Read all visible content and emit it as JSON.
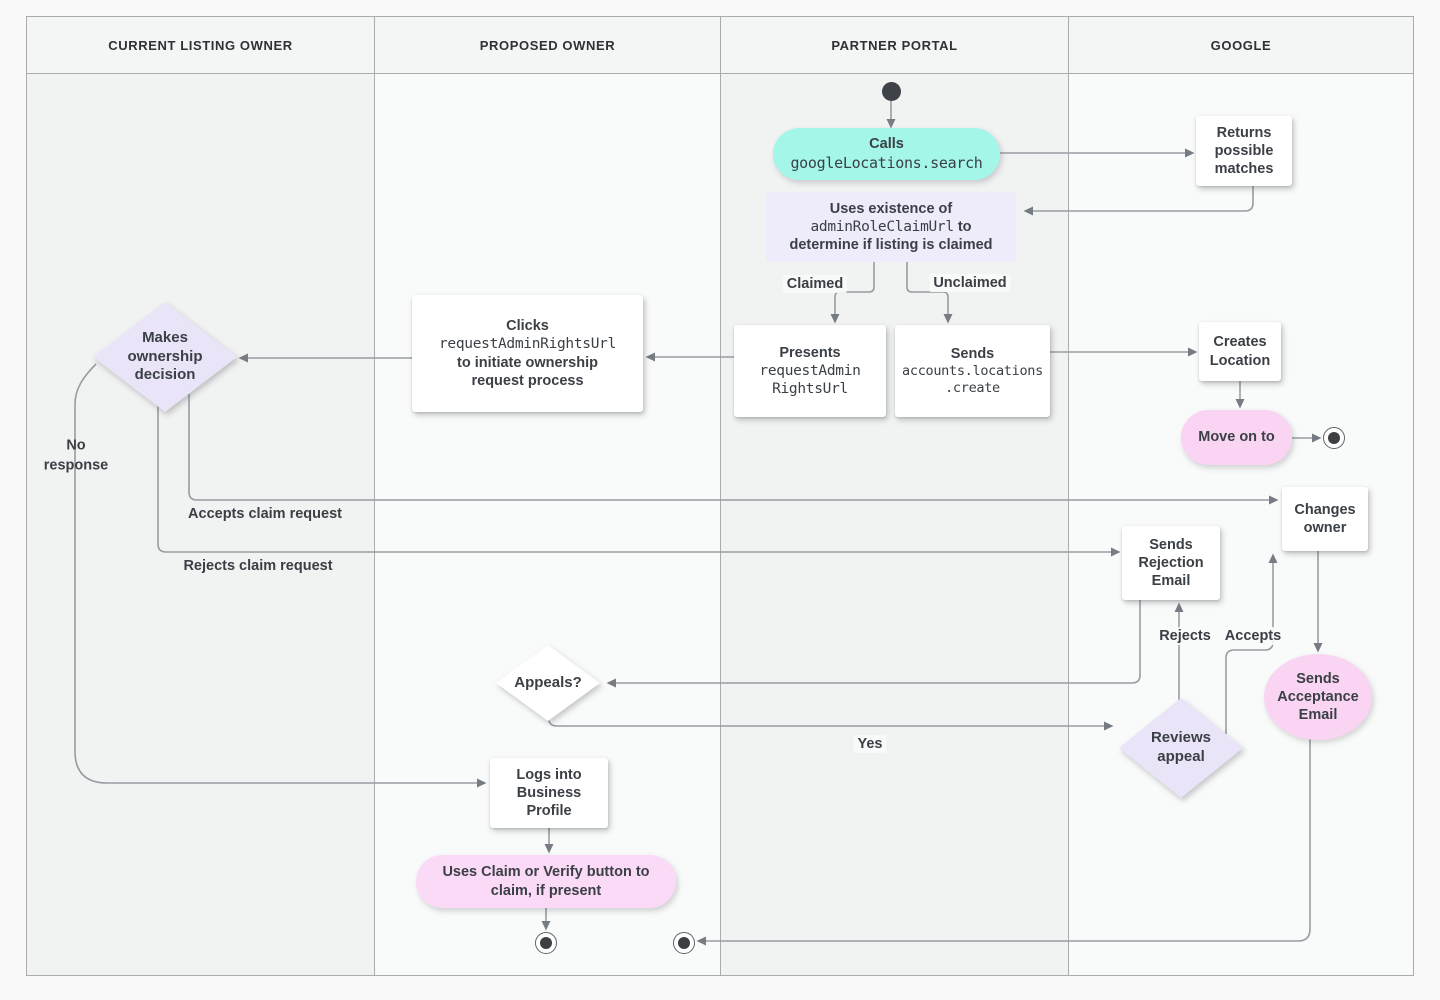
{
  "lanes": [
    {
      "title": "CURRENT LISTING OWNER"
    },
    {
      "title": "PROPOSED OWNER"
    },
    {
      "title": "PARTNER PORTAL"
    },
    {
      "title": "GOOGLE"
    }
  ],
  "nodes": {
    "calls": {
      "label": "Calls",
      "code": "googleLocations.search"
    },
    "returns": {
      "label": "Returns possible matches"
    },
    "claim_check": {
      "line1": "Uses existence of",
      "code": "adminRoleClaimUrl",
      "line2_suffix": " to",
      "line3": "determine if listing is claimed"
    },
    "presents": {
      "label": "Presents",
      "code_lines": [
        "requestAdmin",
        "RightsUrl"
      ]
    },
    "sends_create": {
      "label": "Sends",
      "code_lines": [
        "accounts.locations",
        ".create"
      ]
    },
    "clicks": {
      "line1": "Clicks",
      "code": "requestAdminRightsUrl",
      "line2": "to initiate ownership",
      "line3": "request process"
    },
    "decision": {
      "label": "Makes ownership decision"
    },
    "creates": {
      "label": "Creates Location"
    },
    "move_on": {
      "label": "Move on to"
    },
    "rejection_email": {
      "label": "Sends Rejection Email"
    },
    "changes_owner": {
      "label": "Changes owner"
    },
    "acceptance_email": {
      "label": "Sends Acceptance Email"
    },
    "appeals": {
      "label": "Appeals?"
    },
    "reviews": {
      "label": "Reviews appeal"
    },
    "logs_in": {
      "label": "Logs into Business Profile"
    },
    "claim_verify": {
      "label": "Uses Claim or Verify button to claim, if present"
    }
  },
  "edge_labels": {
    "claimed": "Claimed",
    "unclaimed": "Unclaimed",
    "no_response": "No response",
    "accepts_claim": "Accepts claim request",
    "rejects_claim": "Rejects claim request",
    "rejects": "Rejects",
    "accepts": "Accepts",
    "yes": "Yes"
  },
  "colors": {
    "teal": "#a4f6e8",
    "lavender_box": "#eeebfa",
    "lavender_diamond": "#e9e4f8",
    "pink": "#f9d4f3",
    "pink_light": "#fbdaf7",
    "line": "#989da3",
    "arrow": "#767c84",
    "text": "#3b4046",
    "lane_dark": "#f1f2f2",
    "lane_light": "#f9fafa",
    "header_bg": "#f4f5f5",
    "border": "#a9acae",
    "node_white": "#ffffff"
  }
}
